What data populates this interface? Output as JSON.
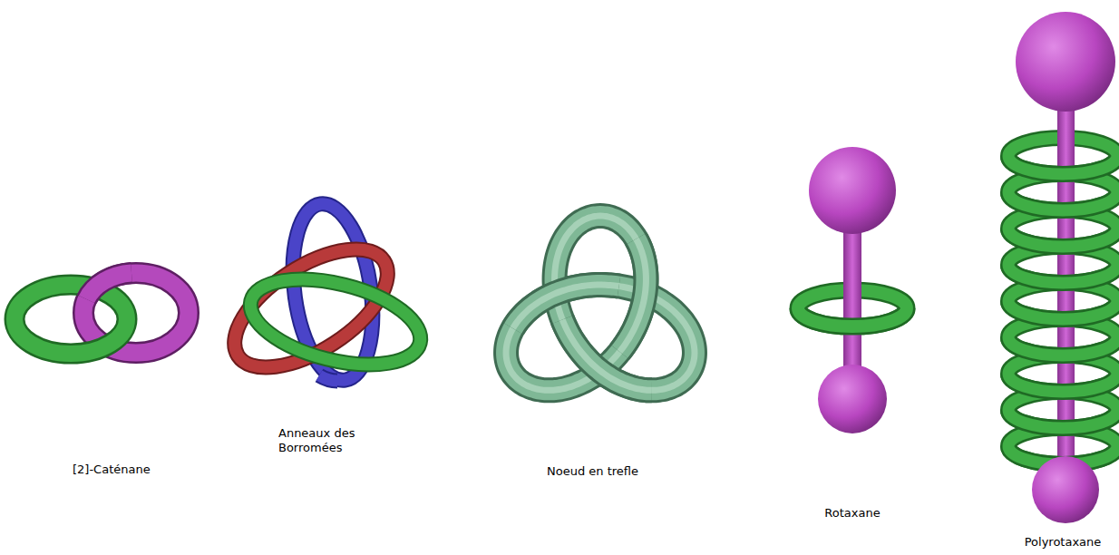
{
  "diagram": {
    "labels": [
      "[2]-Caténane",
      "Anneaux des Borromées",
      "Noeud en trefle",
      "Rotaxane",
      "Polyrotaxane"
    ]
  }
}
